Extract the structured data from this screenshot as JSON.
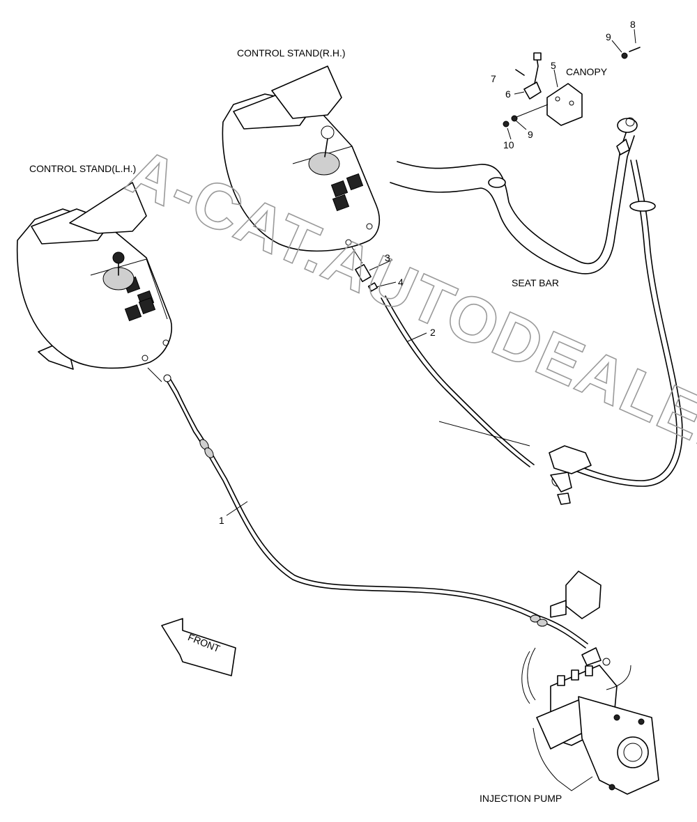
{
  "labels": {
    "control_stand_lh": "CONTROL STAND(L.H.)",
    "control_stand_rh": "CONTROL STAND(R.H.)",
    "canopy": "CANOPY",
    "seat_bar": "SEAT BAR",
    "injection_pump": "INJECTION PUMP",
    "front": "FRONT"
  },
  "watermark": "A-CAT.AUTODEALER.RU",
  "callouts": {
    "c1": "1",
    "c2": "2",
    "c3": "3",
    "c4": "4",
    "c5": "5",
    "c6": "6",
    "c7": "7",
    "c8": "8",
    "c9a": "9",
    "c9b": "9",
    "c10": "10"
  }
}
